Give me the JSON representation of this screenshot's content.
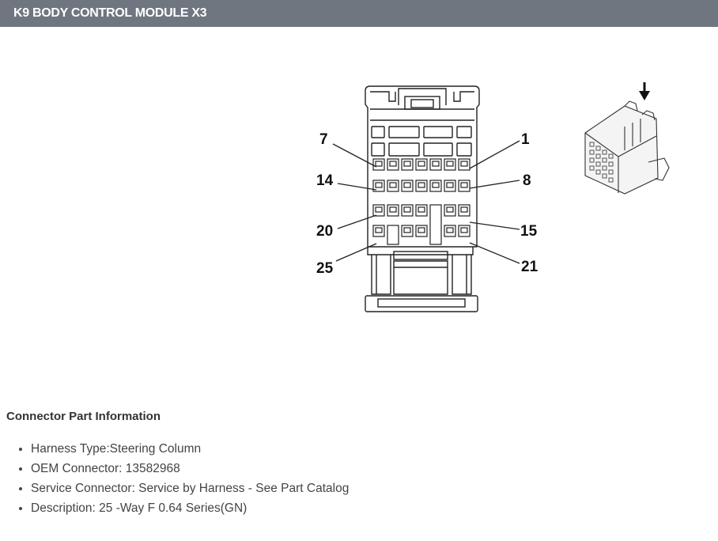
{
  "header": {
    "title": "K9 BODY CONTROL MODULE X3"
  },
  "diagram": {
    "pin_labels": {
      "p7": "7",
      "p1": "1",
      "p14": "14",
      "p8": "8",
      "p20": "20",
      "p15": "15",
      "p25": "25",
      "p21": "21"
    },
    "insertion_arrow": "down-arrow-icon"
  },
  "info": {
    "title": "Connector Part Information",
    "items": [
      "Harness Type:Steering Column",
      "OEM Connector: 13582968",
      "Service Connector: Service by Harness - See Part Catalog",
      "Description: 25 -Way F 0.64 Series(GN)"
    ]
  }
}
